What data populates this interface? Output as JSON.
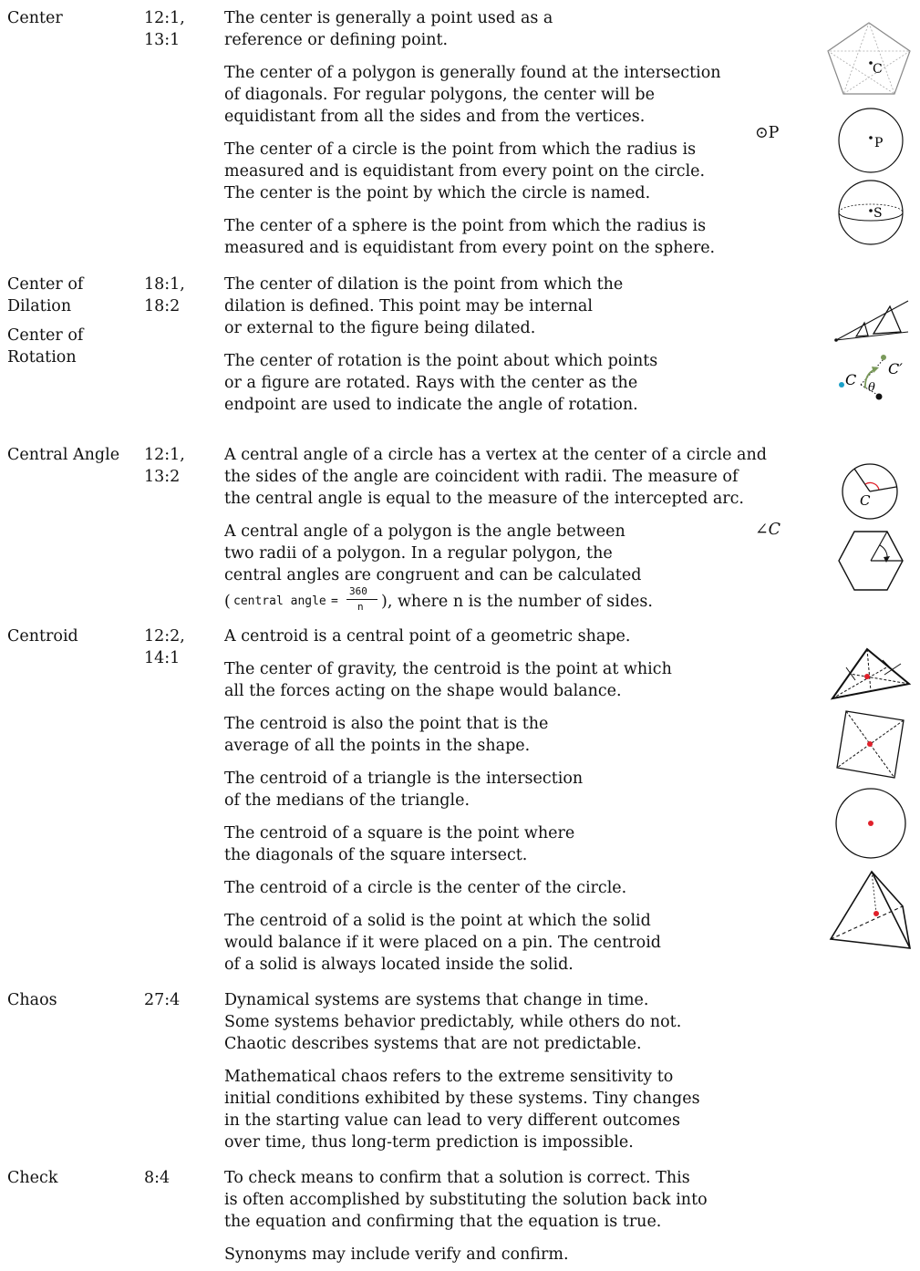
{
  "entries": {
    "center": {
      "term": [
        "Center"
      ],
      "refs": [
        "12:1,",
        "13:1"
      ],
      "paragraphs": [
        [
          "The center is generally a point used as a",
          "reference or defining point."
        ],
        [
          "The center of a polygon is generally found at the intersection",
          "of diagonals. For regular polygons, the center will be",
          "equidistant from all the sides and from the vertices."
        ],
        [
          "The center of a circle is the point from which the radius is",
          "measured and is equidistant from every point on the circle.",
          "The center is the point by which the circle is named."
        ],
        [
          "The center of a sphere is the point from which the radius is",
          "measured and is equidistant from every point on the sphere."
        ]
      ],
      "symbol": "⊙P",
      "figure_labels": {
        "pentagon": "C",
        "circle": "P",
        "sphere": "S"
      }
    },
    "center_of_dilation": {
      "term": [
        "Center of",
        "Dilation"
      ],
      "refs": [
        "18:1,",
        "18:2"
      ],
      "paragraphs": [
        [
          "The center of dilation is the point from which the",
          "dilation is defined. This point may be internal",
          "or external to the figure being dilated."
        ]
      ]
    },
    "center_of_rotation": {
      "term": [
        "Center of",
        "Rotation"
      ],
      "paragraphs": [
        [
          "The center of rotation is the point about which points",
          "or a figure are rotated. Rays with the center as the",
          "endpoint are used to indicate the angle of rotation."
        ]
      ],
      "figure_labels": {
        "center": "C",
        "image": "C′",
        "angle": "θ"
      }
    },
    "central_angle": {
      "term": [
        "Central Angle"
      ],
      "refs": [
        "12:1,",
        "13:2"
      ],
      "paragraphs": [
        [
          "A central angle of a circle has a vertex at the center of a circle and",
          "the sides of the angle are coincident with radii. The measure of",
          "the central angle is equal to the measure of the intercepted arc."
        ],
        [
          "A central angle of a polygon is the angle between",
          "two radii of a polygon. In a regular polygon, the",
          "central angles are congruent and can be calculated"
        ]
      ],
      "formula": {
        "open": "(",
        "label": "central angle",
        "eq": "=",
        "numerator": "360",
        "denominator": "n",
        "close": "), where n is the number of sides."
      },
      "symbol": "∠C",
      "figure_labels": {
        "circle": "C"
      }
    },
    "centroid": {
      "term": [
        "Centroid"
      ],
      "refs": [
        "12:2,",
        "14:1"
      ],
      "paragraphs": [
        [
          "A centroid is a central point of a geometric shape."
        ],
        [
          "The center of gravity, the centroid is the point at which",
          "all the forces acting on the shape would balance."
        ],
        [
          "The centroid is also the point that is the",
          "average of all the points in the shape."
        ],
        [
          "The centroid of a triangle is the intersection",
          "of the medians of the triangle."
        ],
        [
          "The centroid of a square is the point where",
          "the diagonals of the square intersect."
        ],
        [
          "The centroid of a circle is the center of the circle."
        ],
        [
          "The centroid of a solid is the point at which the solid",
          "would balance if it were placed on a pin. The centroid",
          "of a solid is always located inside the solid."
        ]
      ]
    },
    "chaos": {
      "term": [
        "Chaos"
      ],
      "refs": [
        "27:4"
      ],
      "paragraphs": [
        [
          "Dynamical systems are systems that change in time.",
          "Some systems behavior predictably, while others do not.",
          "Chaotic describes systems that are not predictable."
        ],
        [
          "Mathematical chaos refers to the extreme sensitivity to",
          "initial conditions exhibited by these systems. Tiny changes",
          "in the starting value can lead to very different outcomes",
          "over time, thus long-term prediction is impossible."
        ]
      ]
    },
    "check": {
      "term": [
        "Check"
      ],
      "refs": [
        "8:4"
      ],
      "paragraphs": [
        [
          "To check means to confirm that a solution is correct. This",
          "is often accomplished by substituting the solution back into",
          "the equation and confirming that the equation is true."
        ],
        [
          "Synonyms may include verify and confirm."
        ]
      ]
    }
  },
  "colors": {
    "centroid_point": "#e0202a",
    "rotation_center": "#1aa0c8",
    "rotation_image": "#7a9a5a",
    "text": "#111111"
  }
}
